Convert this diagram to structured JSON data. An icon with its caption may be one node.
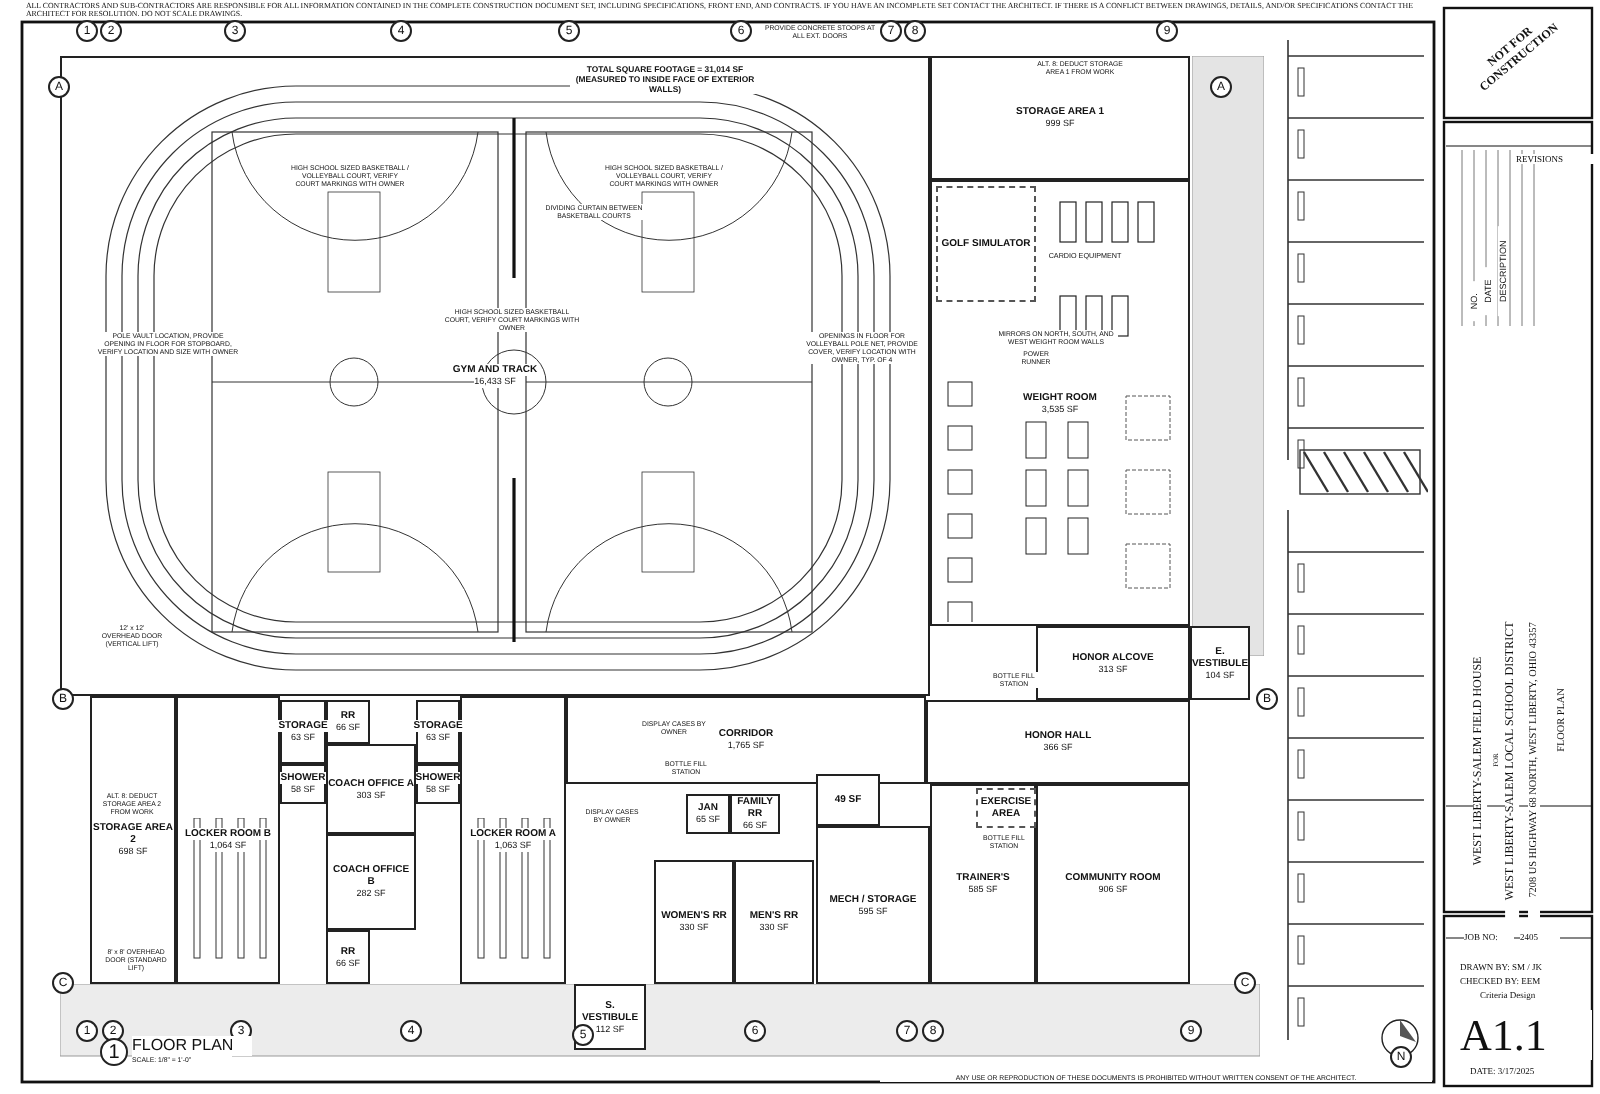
{
  "diagram": {
    "nodes": [
      {
        "text": [
          "GYM AND TRACK",
          "16,433 SF"
        ]
      },
      {
        "text": [
          "STORAGE AREA 1",
          "999 SF"
        ]
      },
      {
        "text": [
          "WEIGHT ROOM",
          "3,535 SF"
        ]
      },
      {
        "text": [
          "GOLF SIMULATOR"
        ],
        "in": 2
      },
      {
        "text": [
          "HONOR ALCOVE",
          "313 SF"
        ]
      },
      {
        "text": [
          "E. VESTIBULE",
          "104 SF"
        ]
      },
      {
        "text": [
          "CORRIDOR",
          "1,765 SF"
        ]
      },
      {
        "text": [
          "HONOR HALL",
          "366 SF"
        ]
      },
      {
        "text": [
          "STORAGE AREA 2",
          "698 SF"
        ]
      },
      {
        "text": [
          "LOCKER ROOM B",
          "1,064 SF"
        ]
      },
      {
        "text": [
          "STORAGE",
          "63 SF"
        ]
      },
      {
        "text": [
          "RR",
          "66 SF"
        ]
      },
      {
        "text": [
          "SHOWER",
          "58 SF"
        ]
      },
      {
        "text": [
          "COACH OFFICE A",
          "303 SF"
        ]
      },
      {
        "text": [
          "STORAGE",
          "63 SF"
        ]
      },
      {
        "text": [
          "SHOWER",
          "58 SF"
        ]
      },
      {
        "text": [
          "LOCKER ROOM A",
          "1,063 SF"
        ]
      },
      {
        "text": [
          "COACH OFFICE B",
          "282 SF"
        ]
      },
      {
        "text": [
          "RR",
          "66 SF"
        ]
      },
      {
        "text": [
          "JAN",
          "65 SF"
        ]
      },
      {
        "text": [
          "FAMILY RR",
          "66 SF"
        ]
      },
      {
        "text": [
          "49 SF"
        ]
      },
      {
        "text": [
          "WOMEN'S RR",
          "330 SF"
        ]
      },
      {
        "text": [
          "MEN'S RR",
          "330 SF"
        ]
      },
      {
        "text": [
          "MECH / STORAGE",
          "595 SF"
        ]
      },
      {
        "text": [
          "TRAINER'S",
          "585 SF"
        ]
      },
      {
        "text": [
          "EXERCISE AREA"
        ],
        "in": 25
      },
      {
        "text": [
          "COMMUNITY ROOM",
          "906 SF"
        ]
      },
      {
        "text": [
          "S. VESTIBULE",
          "112 SF"
        ]
      }
    ],
    "labels": [
      "ALL CONTRACTORS AND SUB-CONTRACTORS ARE RESPONSIBLE FOR ALL INFORMATION CONTAINED IN THE COMPLETE CONSTRUCTION DOCUMENT SET, INCLUDING SPECIFICATIONS, FRONT END, AND CONTRACTS. IF YOU HAVE AN INCOMPLETE SET CONTACT THE ARCHITECT. IF THERE IS A CONFLICT BETWEEN DRAWINGS, DETAILS, AND/OR SPECIFICATIONS CONTACT THE ARCHITECT FOR RESOLUTION. DO NOT SCALE DRAWINGS.",
      "1",
      "2",
      "3",
      "4",
      "5",
      "6",
      "7",
      "8",
      "9",
      "PROVIDE CONCRETE STOOPS AT ALL EXT. DOORS",
      "A",
      "A",
      "TOTAL SQUARE FOOTAGE = 31,014 SF (MEASURED TO INSIDE FACE OF EXTERIOR WALLS)",
      "ALT. 8: DEDUCT STORAGE AREA 1 FROM WORK",
      "HIGH SCHOOL SIZED BASKETBALL / VOLLEYBALL COURT, VERIFY COURT MARKINGS WITH OWNER",
      "HIGH SCHOOL SIZED BASKETBALL / VOLLEYBALL COURT, VERIFY COURT MARKINGS WITH OWNER",
      "DIVIDING CURTAIN BETWEEN BASKETBALL COURTS",
      "HIGH SCHOOL SIZED BASKETBALL COURT, VERIFY COURT MARKINGS WITH OWNER",
      "POLE VAULT LOCATION, PROVIDE OPENING IN FLOOR FOR STOPBOARD, VERIFY LOCATION AND SIZE WITH OWNER",
      "OPENINGS IN FLOOR FOR VOLLEYBALL POLE NET, PROVIDE COVER, VERIFY LOCATION WITH OWNER, TYP. OF 4",
      "CARDIO EQUIPMENT",
      "MIRRORS ON NORTH, SOUTH, AND WEST WEIGHT ROOM WALLS",
      "POWER RUNNER",
      "12' x 12' OVERHEAD DOOR (VERTICAL LIFT)",
      "BOTTLE FILL STATION",
      "B",
      "B",
      "DISPLAY CASES BY OWNER",
      "BOTTLE FILL STATION",
      "ALT. 8: DEDUCT STORAGE AREA 2 FROM WORK",
      "DISPLAY CASES BY OWNER",
      "BOTTLE FILL STATION",
      "8' x 8' OVERHEAD DOOR (STANDARD LIFT)",
      "C",
      "C",
      "1",
      "2",
      "3",
      "4",
      "5",
      "6",
      "7",
      "8",
      "9",
      "1",
      "FLOOR PLAN",
      "SCALE: 1/8\" = 1'-0\"",
      "N",
      "ANY USE OR REPRODUCTION OF THESE DOCUMENTS IS PROHIBITED WITHOUT WRITTEN CONSENT OF THE ARCHITECT.",
      "NOT FOR CONSTRUCTION",
      "REVISIONS",
      "NO.",
      "DATE",
      "DESCRIPTION",
      "WEST LIBERTY-SALEM FIELD HOUSE",
      "FOR",
      "WEST LIBERTY-SALEM LOCAL SCHOOL DISTRICT",
      "7208 US HIGHWAY 68 NORTH, WEST LIBERTY, OHIO 43357",
      "FLOOR PLAN",
      "JOB NO:",
      "2405",
      "DRAWN BY: SM / JK",
      "CHECKED BY: EEM",
      "Criteria Design",
      "A1.1",
      "DATE: 3/17/2025"
    ]
  }
}
